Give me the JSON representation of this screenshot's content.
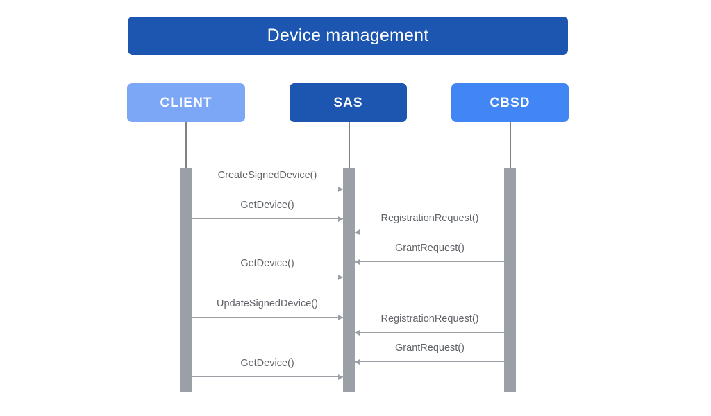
{
  "diagram": {
    "type": "sequence-diagram",
    "title": "Device management",
    "background_color": "#ffffff",
    "colors": {
      "title_banner": "#1c56b0",
      "actor_client": "#7ba7f6",
      "actor_sas": "#1c56b0",
      "actor_cbsd": "#4285f4",
      "activation_bar": "#9aa0a6",
      "lifeline": "#7d8287",
      "message_line": "#9aa0a6",
      "message_label": "#5f6368",
      "actor_label": "#ffffff"
    },
    "actors": [
      {
        "id": "client",
        "label": "CLIENT",
        "color": "#7ba7f6"
      },
      {
        "id": "sas",
        "label": "SAS",
        "color": "#1c56b0"
      },
      {
        "id": "cbsd",
        "label": "CBSD",
        "color": "#4285f4"
      }
    ],
    "messages": [
      {
        "label": "CreateSignedDevice()",
        "from": "client",
        "to": "sas",
        "direction": "right"
      },
      {
        "label": "GetDevice()",
        "from": "client",
        "to": "sas",
        "direction": "right"
      },
      {
        "label": "RegistrationRequest()",
        "from": "cbsd",
        "to": "sas",
        "direction": "left"
      },
      {
        "label": "GrantRequest()",
        "from": "cbsd",
        "to": "sas",
        "direction": "left"
      },
      {
        "label": "GetDevice()",
        "from": "client",
        "to": "sas",
        "direction": "right"
      },
      {
        "label": "UpdateSignedDevice()",
        "from": "client",
        "to": "sas",
        "direction": "right"
      },
      {
        "label": "RegistrationRequest()",
        "from": "cbsd",
        "to": "sas",
        "direction": "left"
      },
      {
        "label": "GrantRequest()",
        "from": "cbsd",
        "to": "sas",
        "direction": "left"
      },
      {
        "label": "GetDevice()",
        "from": "client",
        "to": "sas",
        "direction": "right"
      }
    ]
  }
}
